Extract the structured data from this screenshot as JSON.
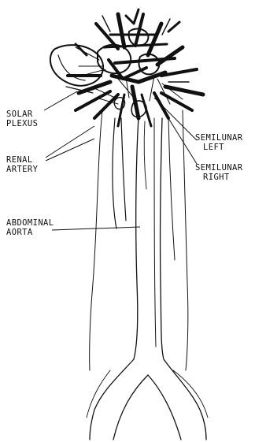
{
  "labels": {
    "solar_plexus": {
      "line1": "SOLAR",
      "line2": "PLEXUS"
    },
    "renal_artery": {
      "line1": "RENAL",
      "line2": "ARTERY"
    },
    "abdominal_aorta": {
      "line1": "ABDOMINAL",
      "line2": "AORTA"
    },
    "semilunar_left": {
      "line1": "SEMILUNAR",
      "line2": "LEFT"
    },
    "semilunar_right": {
      "line1": "SEMILUNAR",
      "line2": "RIGHT"
    }
  },
  "colors": {
    "ink": "#111111",
    "paper": "#ffffff"
  }
}
